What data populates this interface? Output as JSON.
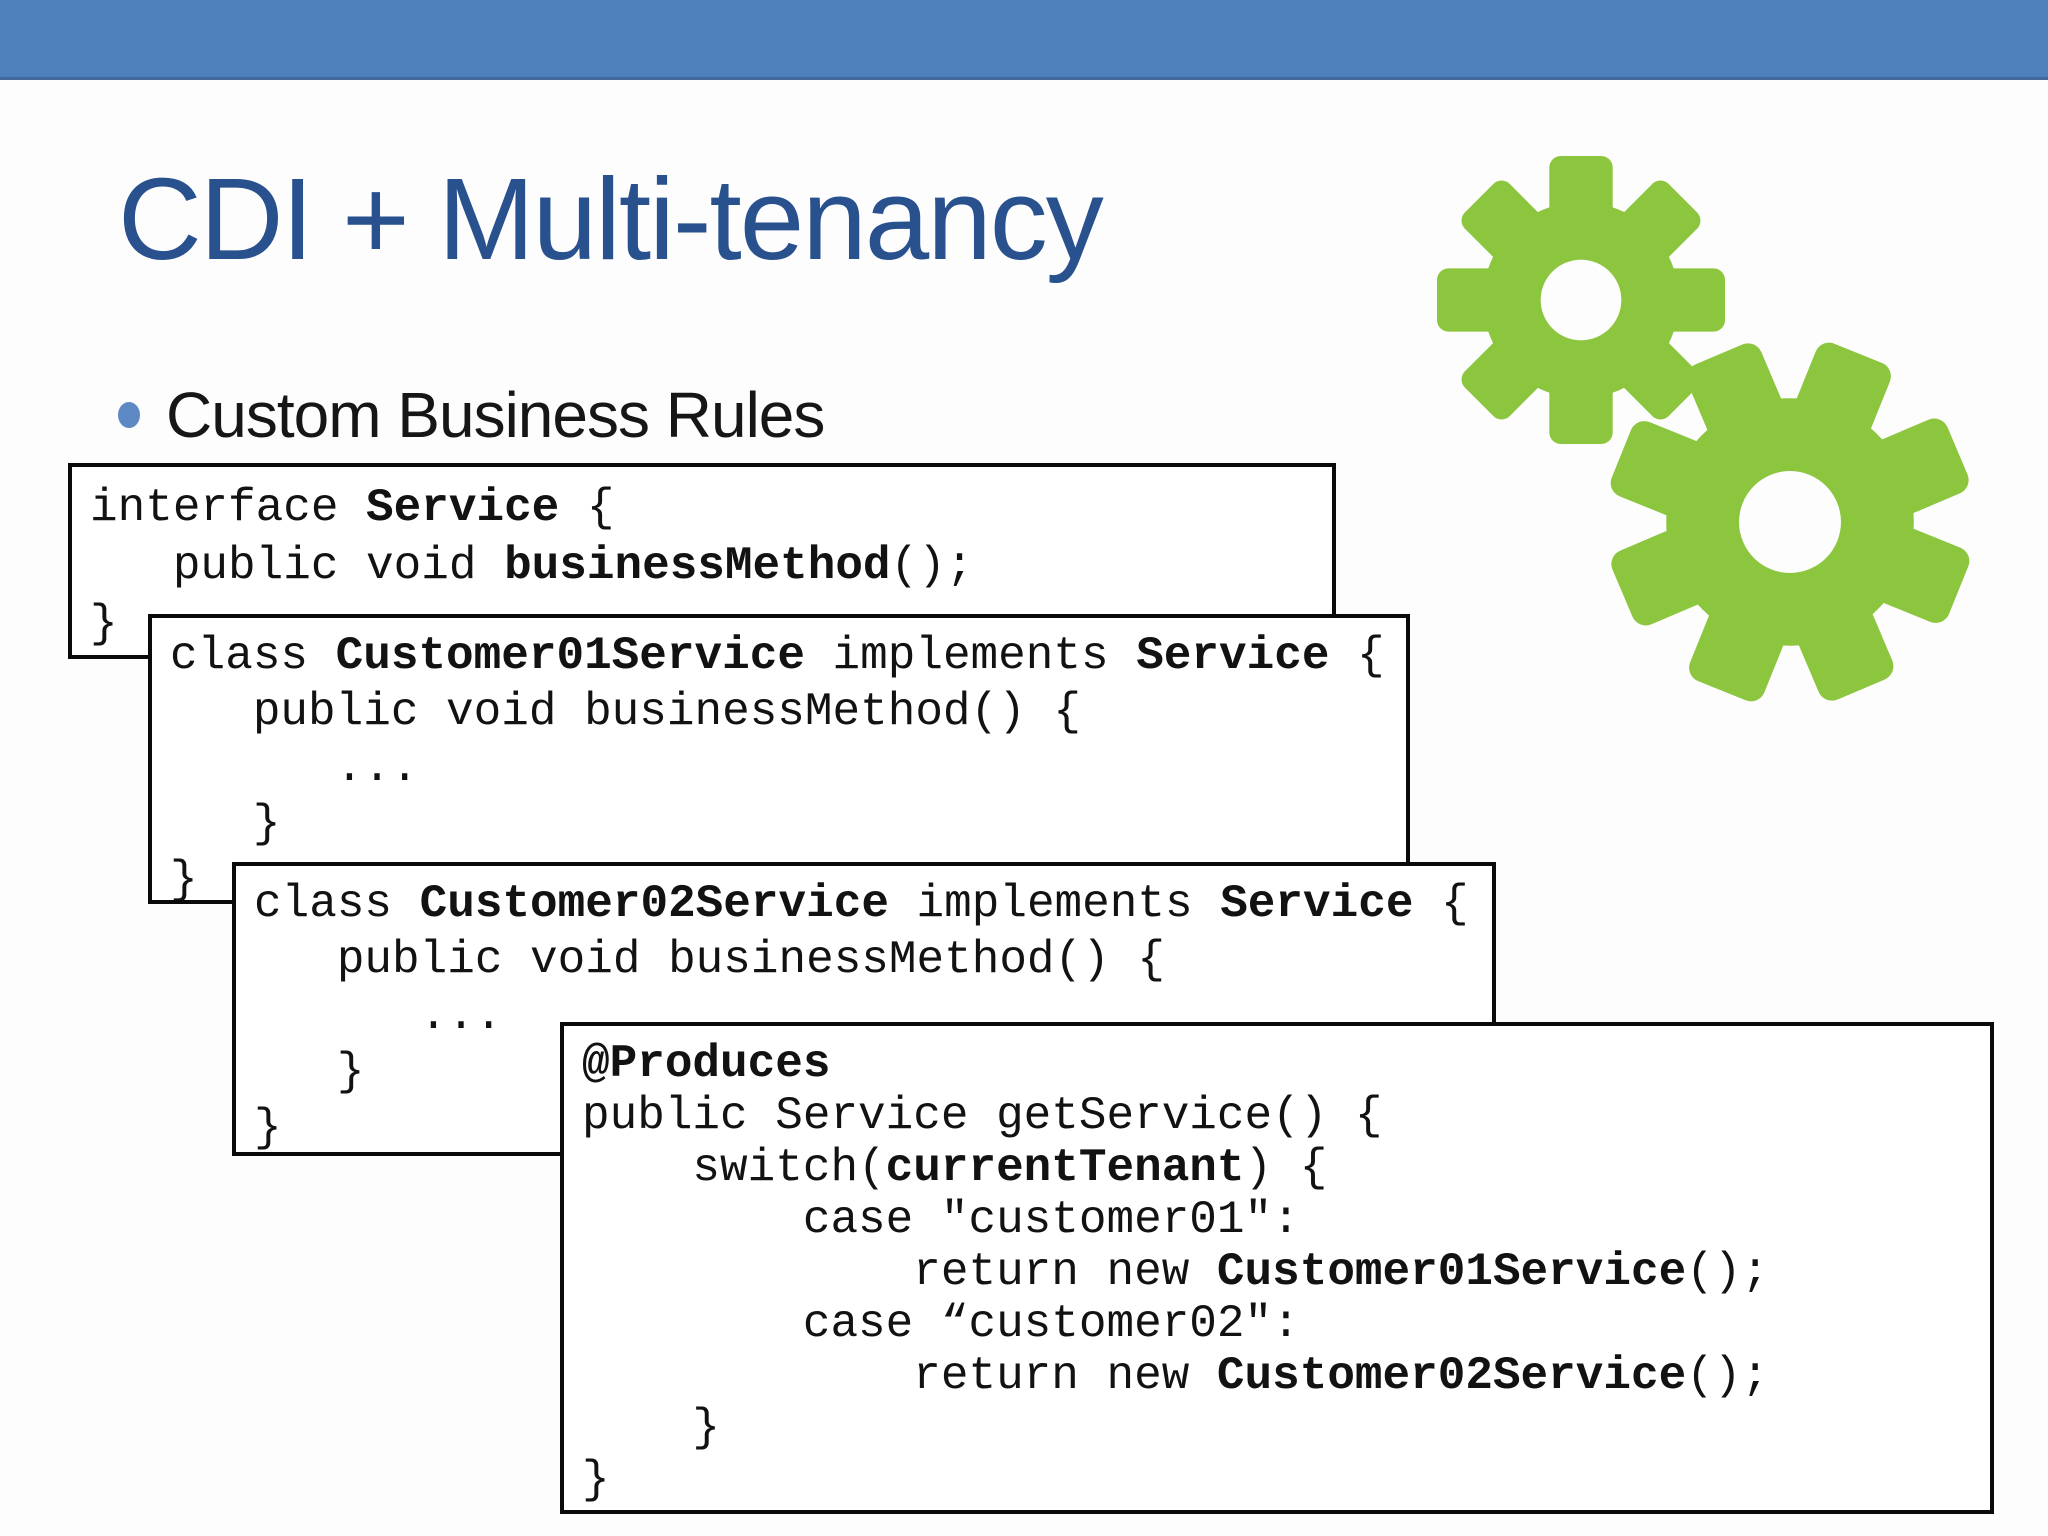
{
  "title": {
    "text": "CDI + Multi-tenancy"
  },
  "bullet": {
    "text": "Custom Business Rules"
  },
  "colors": {
    "top_bar": "#4E80BC",
    "top_bar_edge": "#41699C",
    "title_text": "#28518D",
    "bullet_dot": "#5C88C4",
    "gear_green": "#8CC63E",
    "code_border": "#0A0A0A",
    "code_background": "#FFFFFF",
    "code_text": "#121212"
  },
  "icons": {
    "gears": {
      "name": "gears-icon",
      "count": 2,
      "color": "#8CC63E"
    }
  },
  "code_boxes": [
    {
      "name": "interface-service-box",
      "lines": [
        [
          {
            "t": "interface "
          },
          {
            "t": "Service",
            "b": 1
          },
          {
            "t": " {"
          }
        ],
        [
          {
            "t": "   public void "
          },
          {
            "t": "businessMethod",
            "b": 1
          },
          {
            "t": "();"
          }
        ],
        [
          {
            "t": "}"
          }
        ]
      ]
    },
    {
      "name": "customer01-service-box",
      "lines": [
        [
          {
            "t": "class "
          },
          {
            "t": "Customer01Service",
            "b": 1
          },
          {
            "t": " implements "
          },
          {
            "t": "Service",
            "b": 1
          },
          {
            "t": " {"
          }
        ],
        [
          {
            "t": "   public void businessMethod() {"
          }
        ],
        [
          {
            "t": "      ..."
          }
        ],
        [
          {
            "t": "   }"
          }
        ],
        [
          {
            "t": "}"
          }
        ]
      ]
    },
    {
      "name": "customer02-service-box",
      "lines": [
        [
          {
            "t": "class "
          },
          {
            "t": "Customer02Service",
            "b": 1
          },
          {
            "t": " implements "
          },
          {
            "t": "Service",
            "b": 1
          },
          {
            "t": " {"
          }
        ],
        [
          {
            "t": "   public void businessMethod() {"
          }
        ],
        [
          {
            "t": "      ..."
          }
        ],
        [
          {
            "t": "   }"
          }
        ],
        [
          {
            "t": "}"
          }
        ]
      ]
    },
    {
      "name": "produces-getservice-box",
      "lines": [
        [
          {
            "t": "@Produces",
            "b": 1
          }
        ],
        [
          {
            "t": "public Service getService() {"
          }
        ],
        [
          {
            "t": "    switch("
          },
          {
            "t": "currentTenant",
            "b": 1
          },
          {
            "t": ") {"
          }
        ],
        [
          {
            "t": "        case \"customer01\":"
          }
        ],
        [
          {
            "t": "            return new "
          },
          {
            "t": "Customer01Service",
            "b": 1
          },
          {
            "t": "();"
          }
        ],
        [
          {
            "t": "        case “customer02\":"
          }
        ],
        [
          {
            "t": "            return new "
          },
          {
            "t": "Customer02Service",
            "b": 1
          },
          {
            "t": "();"
          }
        ],
        [
          {
            "t": "    }"
          }
        ],
        [
          {
            "t": "}"
          }
        ]
      ]
    }
  ]
}
